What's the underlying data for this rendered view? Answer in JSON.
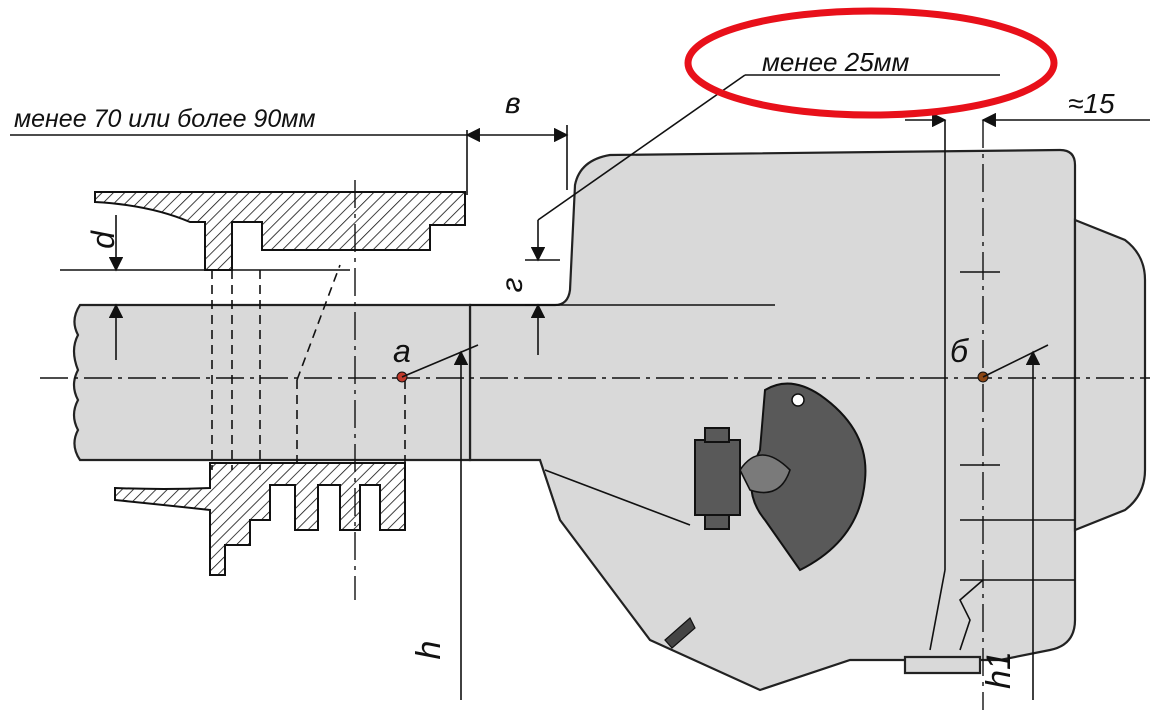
{
  "labels": {
    "limit_left": "менее 70 или более 90мм",
    "dim_v": "в",
    "limit_top": "менее 25мм",
    "approx": "≈15",
    "dim_d": "d",
    "dim_g": "г",
    "point_a": "а",
    "point_b": "б",
    "height_h": "h",
    "height_h1": "h1"
  },
  "colors": {
    "highlight": "#e8101a",
    "body_fill": "#d9d9d9",
    "dark_part": "#595959",
    "line": "#111111"
  }
}
